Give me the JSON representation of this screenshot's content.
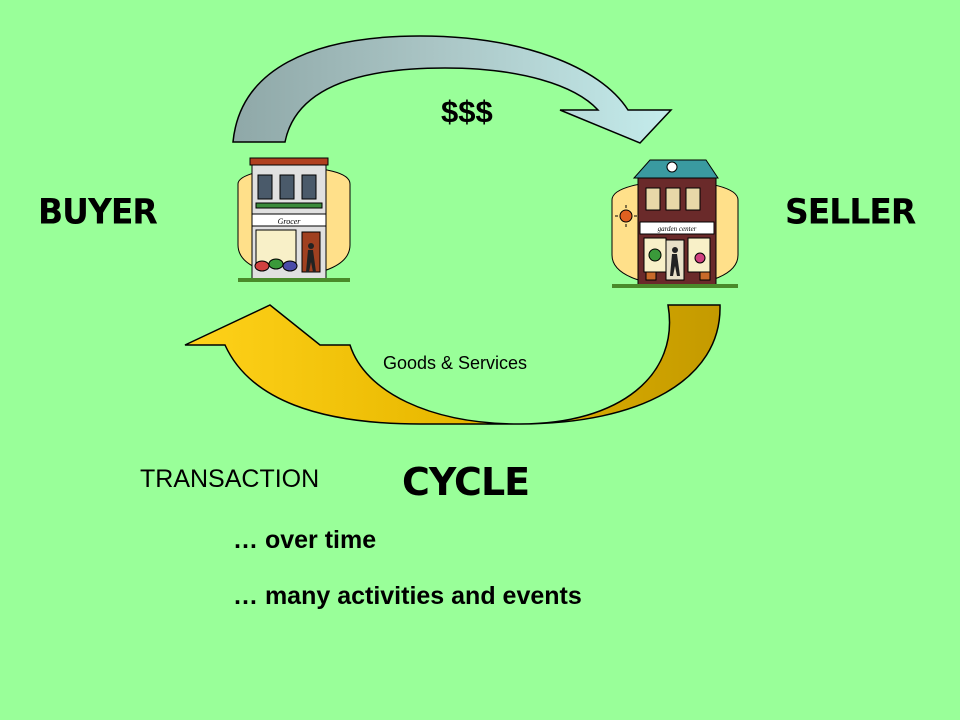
{
  "parties": {
    "buyer": "BUYER",
    "seller": "SELLER"
  },
  "flows": {
    "money": "$$$",
    "goods": "Goods & Services"
  },
  "title": {
    "part1": "TRANSACTION",
    "part2": "CYCLE"
  },
  "notes": [
    "… over time",
    "… many activities and events"
  ],
  "shops": {
    "buyer_sign": "Grocer",
    "seller_sign": "garden center"
  },
  "colors": {
    "background": "#99ff99",
    "money_arrow_light": "#bfe8e8",
    "money_arrow_dark": "#8fa8a8",
    "goods_arrow_light": "#ffcc00",
    "goods_arrow_dark": "#c8a000"
  }
}
